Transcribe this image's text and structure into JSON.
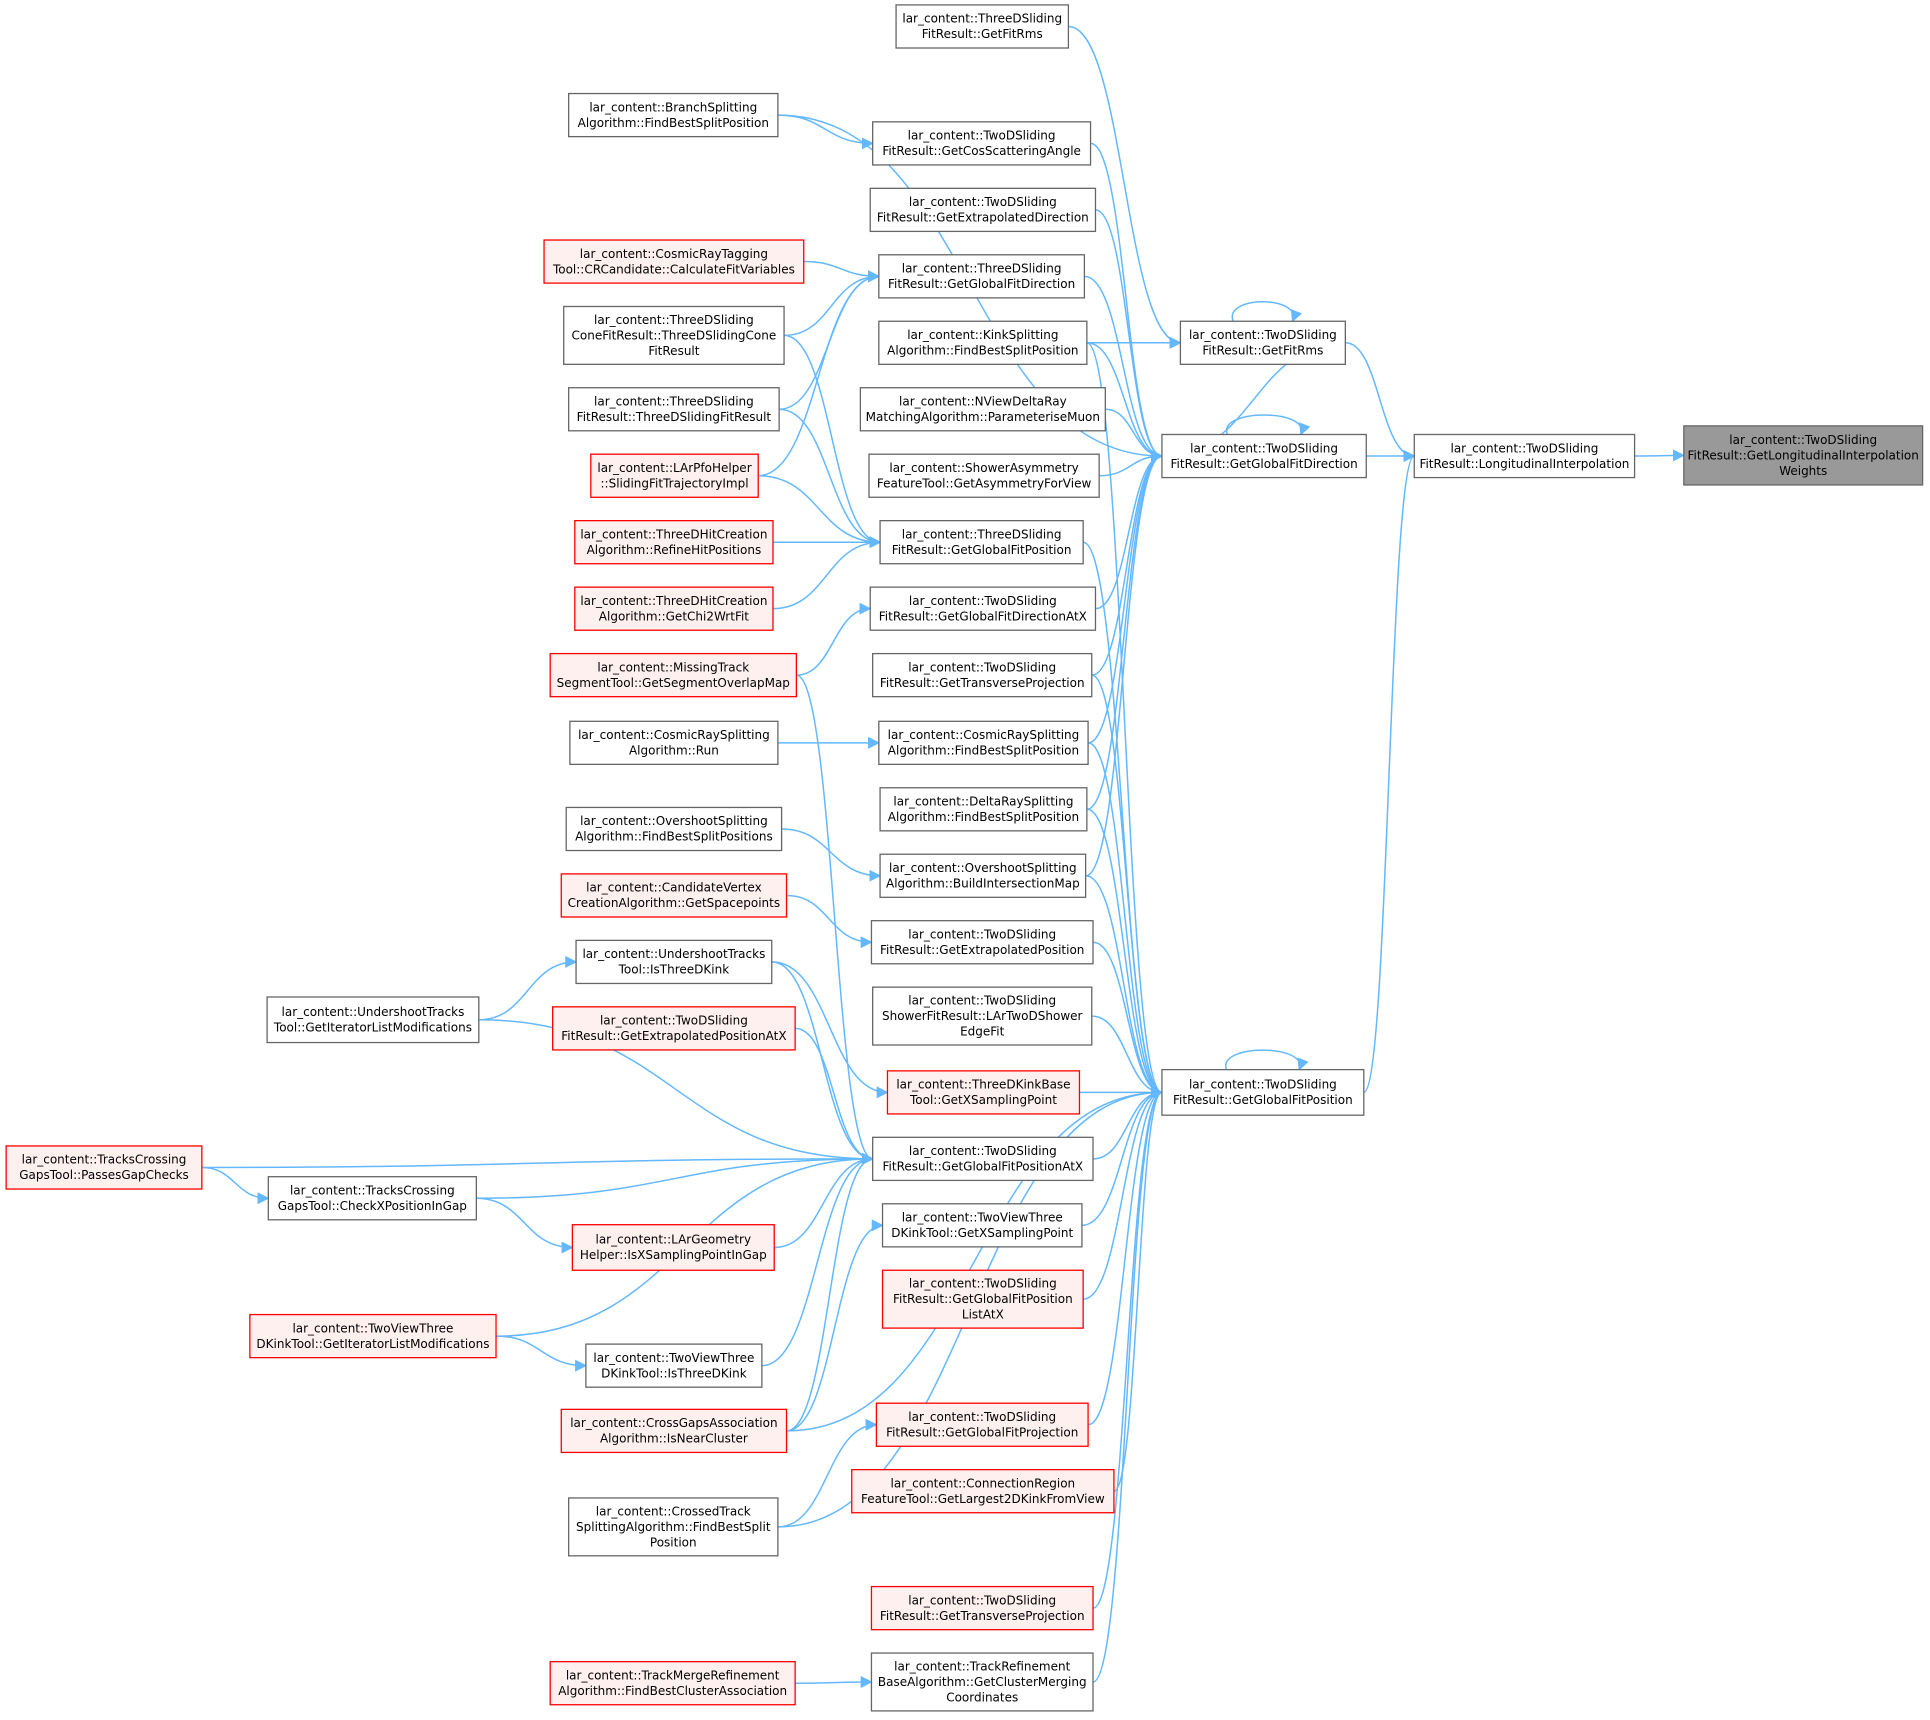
{
  "diagram": {
    "type": "call-graph",
    "nodes": [
      {
        "id": "n_target",
        "lines": [
          "lar_content::TwoDSliding",
          "FitResult::GetLongitudinalInterpolation",
          "Weights"
        ],
        "style": "target"
      },
      {
        "id": "n_longinterp",
        "lines": [
          "lar_content::TwoDSliding",
          "FitResult::LongitudinalInterpolation"
        ],
        "style": "normal"
      },
      {
        "id": "n_getfitrms2d",
        "lines": [
          "lar_content::TwoDSliding",
          "FitResult::GetFitRms"
        ],
        "style": "normal"
      },
      {
        "id": "n_getglobfitdir",
        "lines": [
          "lar_content::TwoDSliding",
          "FitResult::GetGlobalFitDirection"
        ],
        "style": "normal"
      },
      {
        "id": "n_getglobfitpos",
        "lines": [
          "lar_content::TwoDSliding",
          "FitResult::GetGlobalFitPosition"
        ],
        "style": "normal"
      },
      {
        "id": "n_3d_getfitrms",
        "lines": [
          "lar_content::ThreeDSliding",
          "FitResult::GetFitRms"
        ],
        "style": "normal"
      },
      {
        "id": "n_branchsplit",
        "lines": [
          "lar_content::BranchSplitting",
          "Algorithm::FindBestSplitPosition"
        ],
        "style": "normal"
      },
      {
        "id": "n_getcosscatter",
        "lines": [
          "lar_content::TwoDSliding",
          "FitResult::GetCosScatteringAngle"
        ],
        "style": "normal"
      },
      {
        "id": "n_getextrapdir",
        "lines": [
          "lar_content::TwoDSliding",
          "FitResult::GetExtrapolatedDirection"
        ],
        "style": "normal"
      },
      {
        "id": "n_cosmictag",
        "lines": [
          "lar_content::CosmicRayTagging",
          "Tool::CRCandidate::CalculateFitVariables"
        ],
        "style": "red"
      },
      {
        "id": "n_3d_getglobfitdir",
        "lines": [
          "lar_content::ThreeDSliding",
          "FitResult::GetGlobalFitDirection"
        ],
        "style": "normal"
      },
      {
        "id": "n_3dcone",
        "lines": [
          "lar_content::ThreeDSliding",
          "ConeFitResult::ThreeDSlidingCone",
          "FitResult"
        ],
        "style": "normal"
      },
      {
        "id": "n_kinksplit",
        "lines": [
          "lar_content::KinkSplitting",
          "Algorithm::FindBestSplitPosition"
        ],
        "style": "normal"
      },
      {
        "id": "n_3dfitresult",
        "lines": [
          "lar_content::ThreeDSliding",
          "FitResult::ThreeDSlidingFitResult"
        ],
        "style": "normal"
      },
      {
        "id": "n_nviewdelta",
        "lines": [
          "lar_content::NViewDeltaRay",
          "MatchingAlgorithm::ParameteriseMuon"
        ],
        "style": "normal"
      },
      {
        "id": "n_larpfo",
        "lines": [
          "lar_content::LArPfoHelper",
          "::SlidingFitTrajectoryImpl"
        ],
        "style": "red"
      },
      {
        "id": "n_showerasym",
        "lines": [
          "lar_content::ShowerAsymmetry",
          "FeatureTool::GetAsymmetryForView"
        ],
        "style": "normal"
      },
      {
        "id": "n_3dhitrefine",
        "lines": [
          "lar_content::ThreeDHitCreation",
          "Algorithm::RefineHitPositions"
        ],
        "style": "red"
      },
      {
        "id": "n_3d_getglobfitpos",
        "lines": [
          "lar_content::ThreeDSliding",
          "FitResult::GetGlobalFitPosition"
        ],
        "style": "normal"
      },
      {
        "id": "n_3dhitchi2",
        "lines": [
          "lar_content::ThreeDHitCreation",
          "Algorithm::GetChi2WrtFit"
        ],
        "style": "red"
      },
      {
        "id": "n_getglobfitdiratx",
        "lines": [
          "lar_content::TwoDSliding",
          "FitResult::GetGlobalFitDirectionAtX"
        ],
        "style": "normal"
      },
      {
        "id": "n_missingtrack",
        "lines": [
          "lar_content::MissingTrack",
          "SegmentTool::GetSegmentOverlapMap"
        ],
        "style": "red"
      },
      {
        "id": "n_gettransproj",
        "lines": [
          "lar_content::TwoDSliding",
          "FitResult::GetTransverseProjection"
        ],
        "style": "normal"
      },
      {
        "id": "n_cosmicsplitrun",
        "lines": [
          "lar_content::CosmicRaySplitting",
          "Algorithm::Run"
        ],
        "style": "normal"
      },
      {
        "id": "n_cosmicsplitfbs",
        "lines": [
          "lar_content::CosmicRaySplitting",
          "Algorithm::FindBestSplitPosition"
        ],
        "style": "normal"
      },
      {
        "id": "n_deltasplit",
        "lines": [
          "lar_content::DeltaRaySplitting",
          "Algorithm::FindBestSplitPosition"
        ],
        "style": "normal"
      },
      {
        "id": "n_overshootfbsp",
        "lines": [
          "lar_content::OvershootSplitting",
          "Algorithm::FindBestSplitPositions"
        ],
        "style": "normal"
      },
      {
        "id": "n_overshootbim",
        "lines": [
          "lar_content::OvershootSplitting",
          "Algorithm::BuildIntersectionMap"
        ],
        "style": "normal"
      },
      {
        "id": "n_candvertex",
        "lines": [
          "lar_content::CandidateVertex",
          "CreationAlgorithm::GetSpacepoints"
        ],
        "style": "red"
      },
      {
        "id": "n_getextrappos",
        "lines": [
          "lar_content::TwoDSliding",
          "FitResult::GetExtrapolatedPosition"
        ],
        "style": "normal"
      },
      {
        "id": "n_undershootkink",
        "lines": [
          "lar_content::UndershootTracks",
          "Tool::IsThreeDKink"
        ],
        "style": "normal"
      },
      {
        "id": "n_showerfit",
        "lines": [
          "lar_content::TwoDSliding",
          "ShowerFitResult::LArTwoDShower",
          "EdgeFit"
        ],
        "style": "normal"
      },
      {
        "id": "n_undershootilm",
        "lines": [
          "lar_content::UndershootTracks",
          "Tool::GetIteratorListModifications"
        ],
        "style": "normal"
      },
      {
        "id": "n_getextrapposatx",
        "lines": [
          "lar_content::TwoDSliding",
          "FitResult::GetExtrapolatedPositionAtX"
        ],
        "style": "red"
      },
      {
        "id": "n_3dkinkbase",
        "lines": [
          "lar_content::ThreeDKinkBase",
          "Tool::GetXSamplingPoint"
        ],
        "style": "red"
      },
      {
        "id": "n_getglobfitposatx",
        "lines": [
          "lar_content::TwoDSliding",
          "FitResult::GetGlobalFitPositionAtX"
        ],
        "style": "normal"
      },
      {
        "id": "n_trackscrosspass",
        "lines": [
          "lar_content::TracksCrossing",
          "GapsTool::PassesGapChecks"
        ],
        "style": "red"
      },
      {
        "id": "n_trackscrosscheck",
        "lines": [
          "lar_content::TracksCrossing",
          "GapsTool::CheckXPositionInGap"
        ],
        "style": "normal"
      },
      {
        "id": "n_twoviewxsamp",
        "lines": [
          "lar_content::TwoViewThree",
          "DKinkTool::GetXSamplingPoint"
        ],
        "style": "normal"
      },
      {
        "id": "n_largeom",
        "lines": [
          "lar_content::LArGeometry",
          "Helper::IsXSamplingPointInGap"
        ],
        "style": "red"
      },
      {
        "id": "n_getglobfitposlist",
        "lines": [
          "lar_content::TwoDSliding",
          "FitResult::GetGlobalFitPosition",
          "ListAtX"
        ],
        "style": "red"
      },
      {
        "id": "n_twoviewilm",
        "lines": [
          "lar_content::TwoViewThree",
          "DKinkTool::GetIteratorListModifications"
        ],
        "style": "red"
      },
      {
        "id": "n_twoviewkink",
        "lines": [
          "lar_content::TwoViewThree",
          "DKinkTool::IsThreeDKink"
        ],
        "style": "normal"
      },
      {
        "id": "n_getglobfitproj",
        "lines": [
          "lar_content::TwoDSliding",
          "FitResult::GetGlobalFitProjection"
        ],
        "style": "red"
      },
      {
        "id": "n_crossgaps",
        "lines": [
          "lar_content::CrossGapsAssociation",
          "Algorithm::IsNearCluster"
        ],
        "style": "red"
      },
      {
        "id": "n_connregion",
        "lines": [
          "lar_content::ConnectionRegion",
          "FeatureTool::GetLargest2DKinkFromView"
        ],
        "style": "red"
      },
      {
        "id": "n_crossedtrack",
        "lines": [
          "lar_content::CrossedTrack",
          "SplittingAlgorithm::FindBestSplit",
          "Position"
        ],
        "style": "normal"
      },
      {
        "id": "n_gettransproj2",
        "lines": [
          "lar_content::TwoDSliding",
          "FitResult::GetTransverseProjection"
        ],
        "style": "red"
      },
      {
        "id": "n_trackmerge",
        "lines": [
          "lar_content::TrackMergeRefinement",
          "Algorithm::FindBestClusterAssociation"
        ],
        "style": "red"
      },
      {
        "id": "n_trackrefine",
        "lines": [
          "lar_content::TrackRefinement",
          "BaseAlgorithm::GetClusterMerging",
          "Coordinates"
        ],
        "style": "normal"
      }
    ]
  }
}
